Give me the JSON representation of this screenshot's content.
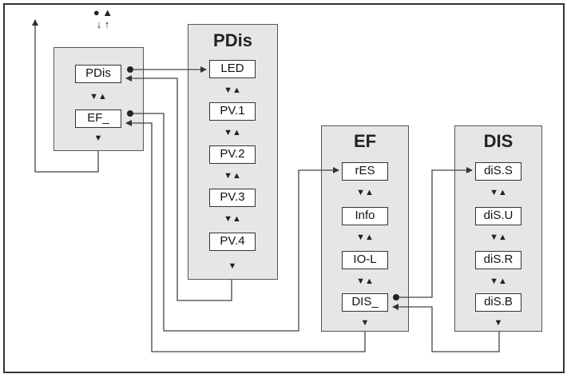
{
  "main": {
    "items": [
      "PDis",
      "EF_"
    ],
    "nav_updown": "▼▲",
    "nav_down": "▼"
  },
  "top_controls": {
    "symbols": "● ▲",
    "arrows": "↓ ↑"
  },
  "pdis_menu": {
    "title": "PDis",
    "items": [
      "LED",
      "PV.1",
      "PV.2",
      "PV.3",
      "PV.4"
    ]
  },
  "ef_menu": {
    "title": "EF",
    "items": [
      "rES",
      "Info",
      "IO-L",
      "DIS_"
    ]
  },
  "dis_menu": {
    "title": "DIS",
    "items": [
      "diS.S",
      "diS.U",
      "diS.R",
      "diS.B"
    ]
  }
}
